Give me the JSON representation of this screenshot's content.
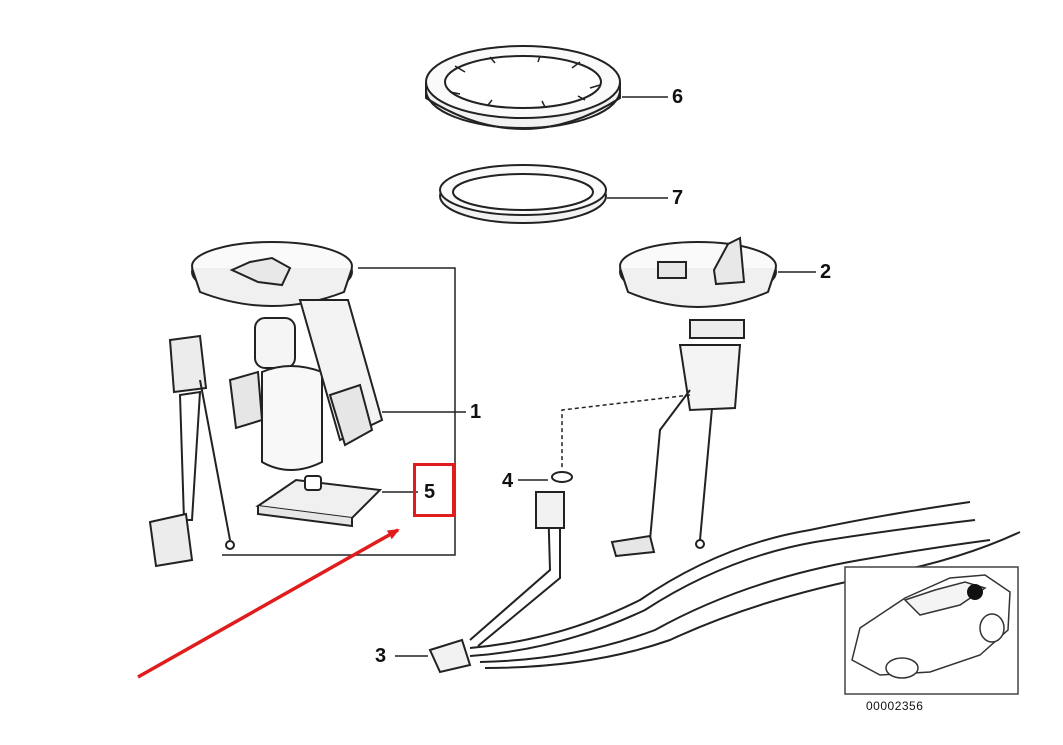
{
  "diagram": {
    "callouts": [
      {
        "id": "6",
        "label": "6"
      },
      {
        "id": "7",
        "label": "7"
      },
      {
        "id": "2",
        "label": "2"
      },
      {
        "id": "1",
        "label": "1"
      },
      {
        "id": "4",
        "label": "4"
      },
      {
        "id": "5",
        "label": "5"
      },
      {
        "id": "3",
        "label": "3"
      }
    ],
    "reference_number": "00002356",
    "highlight": {
      "callout": "5",
      "color": "#e01c1c"
    },
    "line_color": "#222222",
    "part_fill": "#f2f2f2"
  }
}
